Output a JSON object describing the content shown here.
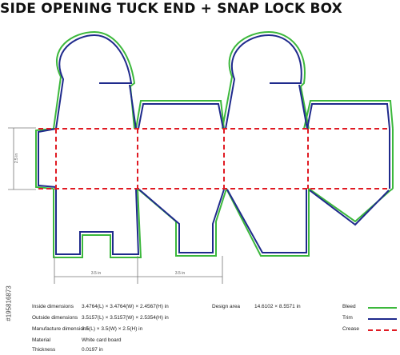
{
  "title": "SIDE OPENING TUCK END + SNAP LOCK BOX",
  "watermark_id": "#195816873",
  "dimensions": {
    "height_label": "2.5 in",
    "width_label_1": "3.5 in",
    "width_label_2": "3.5 in"
  },
  "specs": {
    "inside": {
      "label": "Inside dimensions",
      "value": "3.4764(L) × 3.4764(W) × 2.4567(H) in"
    },
    "outside": {
      "label": "Outside dimensions",
      "value": "3.5157(L) × 3.5157(W) × 2.5354(H) in"
    },
    "manufacture": {
      "label": "Manufacture dimensions",
      "value": "3.5(L) × 3.5(W) × 2.5(H) in"
    },
    "material": {
      "label": "Material",
      "value": "White card board"
    },
    "thickness": {
      "label": "Thickness",
      "value": "0.0197 in"
    },
    "design_area": {
      "label": "Design area",
      "value": "14.6102 × 8.5571 in"
    }
  },
  "legend": [
    {
      "label": "Bleed",
      "color": "#3cb83c",
      "style": "solid"
    },
    {
      "label": "Trim",
      "color": "#1f2a8c",
      "style": "solid"
    },
    {
      "label": "Crease",
      "color": "#e01b24",
      "style": "dashed"
    }
  ],
  "colors": {
    "bleed": "#3cb83c",
    "trim": "#1f2a8c",
    "crease": "#e01b24",
    "dimension": "#777777"
  }
}
